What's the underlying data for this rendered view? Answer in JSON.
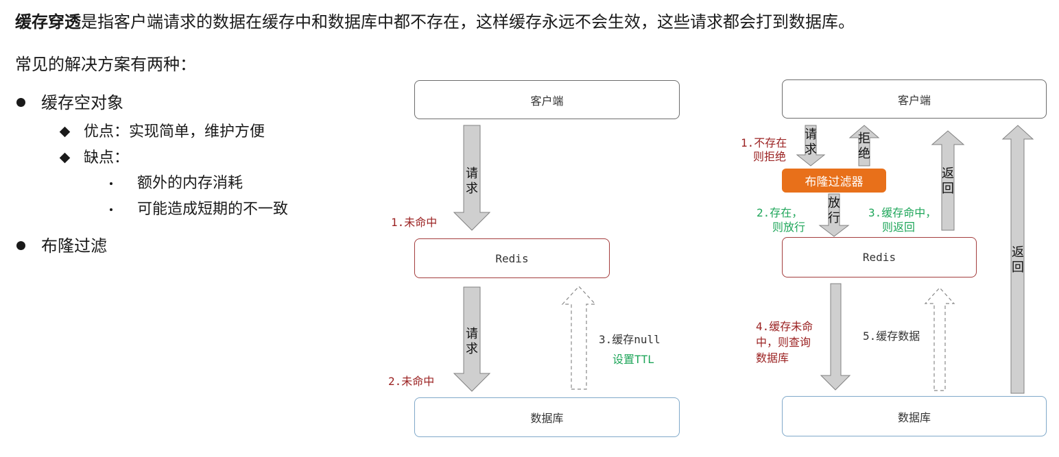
{
  "intro": {
    "term": "缓存穿透",
    "rest": "是指客户端请求的数据在缓存中和数据库中都不存在，这样缓存永远不会生效，这些请求都会打到数据库。"
  },
  "subtitle": "常见的解决方案有两种：",
  "solutions": [
    {
      "label": "缓存空对象",
      "advantages_label": "优点：实现简单，维护方便",
      "disadvantages_label": "缺点：",
      "disadvantages": [
        "额外的内存消耗",
        "可能造成短期的不一致"
      ]
    },
    {
      "label": "布隆过滤"
    }
  ],
  "diagram_left": {
    "client": "客户端",
    "redis": "Redis",
    "db": "数据库",
    "arrow1_text": "请求",
    "arrow2_text": "请求",
    "step1": "1.未命中",
    "step2": "2.未命中",
    "step3_line1": "3.缓存null",
    "step3_line2": "设置TTL"
  },
  "diagram_right": {
    "client": "客户端",
    "filter": "布隆过滤器",
    "redis": "Redis",
    "db": "数据库",
    "req_text": "请求",
    "reject_text": "拒绝",
    "pass_text": "放行",
    "return_text": "返回",
    "return_long_text": "返回",
    "step1_line1": "1.不存在",
    "step1_line2": "则拒绝",
    "step2_line1": "2.存在，",
    "step2_line2": "则放行",
    "step3_line1": "3.缓存命中，",
    "step3_line2": "则返回",
    "step4_line1": "4.缓存未命",
    "step4_line2": "中，则查询",
    "step4_line3": "数据库",
    "step5": "5.缓存数据"
  },
  "colors": {
    "accent_red": "#9b2222",
    "accent_green": "#1fa65a",
    "filter_orange": "#e8701a",
    "arrow_fill": "#cfcfcf"
  }
}
